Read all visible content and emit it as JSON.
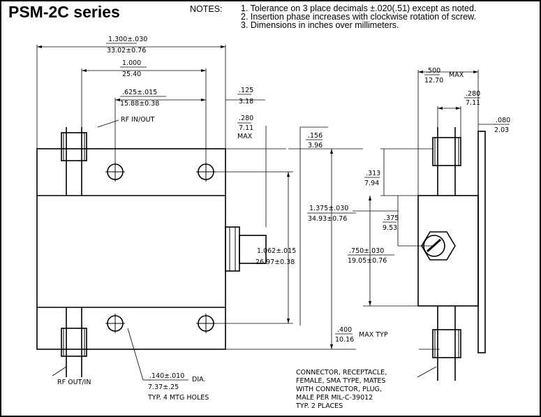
{
  "title": "PSM-2C series",
  "notes": {
    "label": "NOTES:",
    "items": [
      "1. Tolerance on 3 place decimals ±.020(.51) except as noted.",
      "2. Insertion phase increases with clockwise rotation of screw.",
      "3. Dimensions in inches over millimeters."
    ]
  },
  "dimensions": {
    "overall_length": {
      "in": "1.300±.030",
      "mm": "33.02±0.76"
    },
    "hole_span": {
      "in": "1.000",
      "mm": "25.40"
    },
    "hole_spacing": {
      "in": ".625±.015",
      "mm": "15.88±0.38"
    },
    "hole_edge_offset": {
      "in": ".125",
      "mm": "3.18"
    },
    "screw_projection": {
      "in": ".280",
      "mm": "7.11",
      "note": "MAX"
    },
    "top_offset": {
      "in": ".156",
      "mm": "3.96"
    },
    "body_height": {
      "in": "1.375±.030",
      "mm": "34.93±0.76"
    },
    "hole_vertical_spacing": {
      "in": "1.062±.015",
      "mm": "26.97±0.38"
    },
    "side_max_width": {
      "in": ".500",
      "mm": "12.70",
      "note": "MAX"
    },
    "side_connector_width": {
      "in": ".280",
      "mm": "7.11"
    },
    "flange_thickness": {
      "in": ".080",
      "mm": "2.03"
    },
    "side_top_offset": {
      "in": ".313",
      "mm": "7.94"
    },
    "screw_center": {
      "in": ".375",
      "mm": "9.53"
    },
    "side_body_height": {
      "in": ".750±.030",
      "mm": "19.05±0.76"
    },
    "connector_length": {
      "in": ".400",
      "mm": "10.16",
      "note": "MAX TYP"
    },
    "hole_diameter": {
      "in": ".140±.010",
      "mm": "7.37±.25",
      "suffix": "DIA.",
      "note": "TYP. 4 MTG HOLES"
    }
  },
  "labels": {
    "rf_in_out": "RF IN/OUT",
    "rf_out_in": "RF OUT/IN",
    "connector_note": [
      "CONNECTOR, RECEPTACLE,",
      "FEMALE, SMA TYPE, MATES",
      "WITH CONNECTOR, PLUG,",
      "MALE PER MIL-C-39012",
      "TYP. 2 PLACES"
    ]
  }
}
